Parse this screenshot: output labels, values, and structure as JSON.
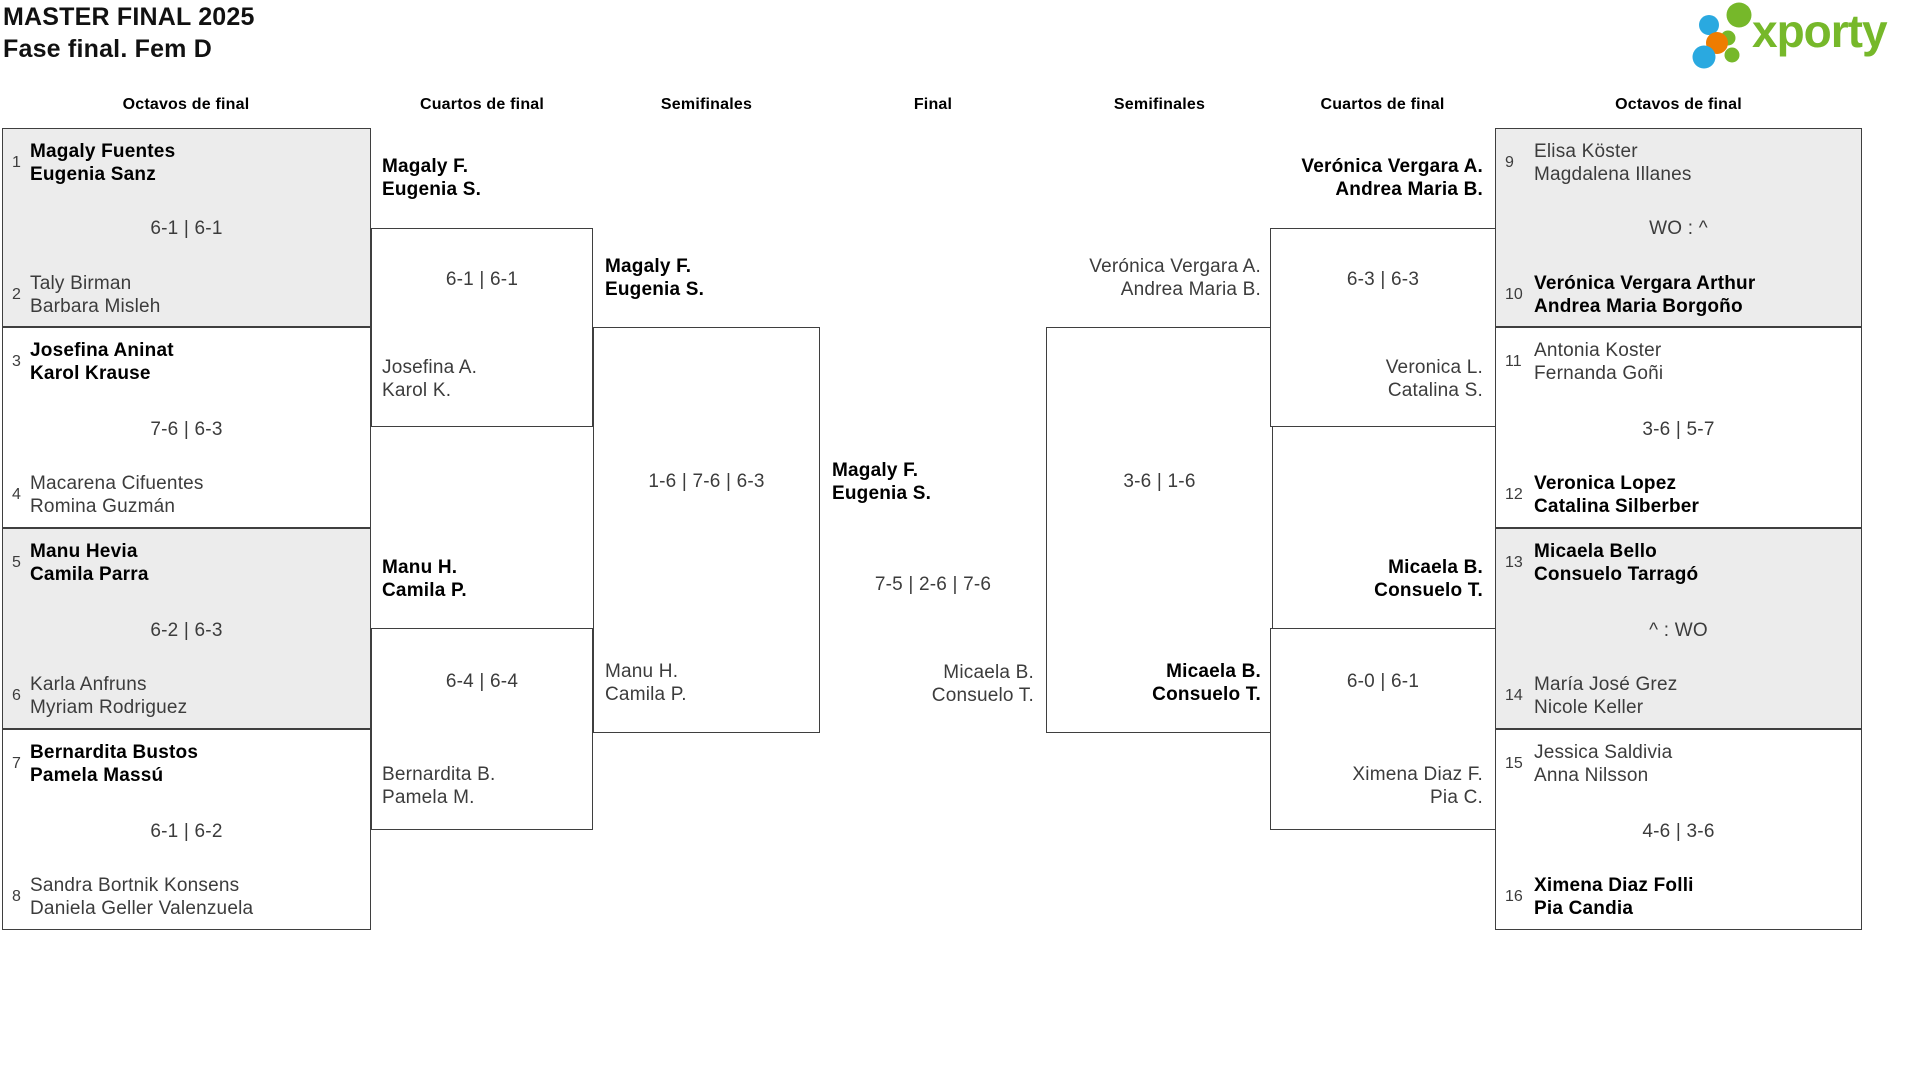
{
  "header": {
    "title_line1": "MASTER FINAL 2025",
    "title_line2": "Fase final. Fem D"
  },
  "logo": {
    "brand": "xporty",
    "green": "#76b82a",
    "blue": "#2aa9e0",
    "orange": "#ee7c00"
  },
  "rounds": {
    "octavos_left": "Octavos de final",
    "cuartos_left": "Cuartos de final",
    "semis_left": "Semifinales",
    "final": "Final",
    "semis_right": "Semifinales",
    "cuartos_right": "Cuartos de final",
    "octavos_right": "Octavos de final"
  },
  "octavos_left": [
    {
      "top_seed": "1",
      "top": [
        "Magaly Fuentes",
        "Eugenia Sanz"
      ],
      "score": "6-1 | 6-1",
      "bottom_seed": "2",
      "bottom": [
        "Taly Birman",
        "Barbara Misleh"
      ]
    },
    {
      "top_seed": "3",
      "top": [
        "Josefina Aninat",
        "Karol Krause"
      ],
      "score": "7-6 | 6-3",
      "bottom_seed": "4",
      "bottom": [
        "Macarena Cifuentes",
        "Romina Guzmán"
      ]
    },
    {
      "top_seed": "5",
      "top": [
        "Manu Hevia",
        "Camila Parra"
      ],
      "score": "6-2 | 6-3",
      "bottom_seed": "6",
      "bottom": [
        "Karla Anfruns",
        "Myriam Rodriguez"
      ]
    },
    {
      "top_seed": "7",
      "top": [
        "Bernardita Bustos",
        "Pamela Massú"
      ],
      "score": "6-1 | 6-2",
      "bottom_seed": "8",
      "bottom": [
        "Sandra Bortnik Konsens",
        "Daniela Geller Valenzuela"
      ]
    }
  ],
  "cuartos_left": [
    {
      "winner": [
        "Magaly F.",
        "Eugenia S."
      ],
      "score": "6-1 | 6-1",
      "loser": [
        "Josefina A.",
        "Karol K."
      ]
    },
    {
      "winner": [
        "Manu H.",
        "Camila P."
      ],
      "score": "6-4 | 6-4",
      "loser": [
        "Bernardita B.",
        "Pamela M."
      ]
    }
  ],
  "semis_left": {
    "winner": [
      "Magaly F.",
      "Eugenia S."
    ],
    "score": "1-6 | 7-6 | 6-3",
    "loser": [
      "Manu H.",
      "Camila P."
    ]
  },
  "final": {
    "winner": [
      "Magaly F.",
      "Eugenia S."
    ],
    "score": "7-5 | 2-6 | 7-6",
    "loser": [
      "Micaela B.",
      "Consuelo T."
    ]
  },
  "semis_right": {
    "top": [
      "Verónica Vergara A.",
      "Andrea Maria B."
    ],
    "score": "3-6 | 1-6",
    "bottom": [
      "Micaela B.",
      "Consuelo T."
    ]
  },
  "cuartos_right": [
    {
      "winner": [
        "Verónica Vergara A.",
        "Andrea Maria B."
      ],
      "score": "6-3 | 6-3",
      "loser": [
        "Veronica L.",
        "Catalina S."
      ]
    },
    {
      "winner": [
        "Micaela B.",
        "Consuelo T."
      ],
      "score": "6-0 | 6-1",
      "loser": [
        "Ximena Diaz F.",
        "Pia C."
      ]
    }
  ],
  "octavos_right": [
    {
      "top_seed": "9",
      "top": [
        "Elisa Köster",
        "Magdalena Illanes"
      ],
      "score": "WO : ^",
      "bottom_seed": "10",
      "bottom": [
        "Verónica Vergara Arthur",
        "Andrea Maria Borgoño"
      ]
    },
    {
      "top_seed": "11",
      "top": [
        "Antonia Koster",
        "Fernanda Goñi"
      ],
      "score": "3-6 | 5-7",
      "bottom_seed": "12",
      "bottom": [
        "Veronica Lopez",
        "Catalina Silberber"
      ]
    },
    {
      "top_seed": "13",
      "top": [
        "Micaela Bello",
        "Consuelo Tarragó"
      ],
      "score": "^ : WO",
      "bottom_seed": "14",
      "bottom": [
        "María José Grez",
        "Nicole Keller"
      ]
    },
    {
      "top_seed": "15",
      "top": [
        "Jessica Saldivia",
        "Anna Nilsson"
      ],
      "score": "4-6 | 3-6",
      "bottom_seed": "16",
      "bottom": [
        "Ximena Diaz Folli",
        "Pia Candia"
      ]
    }
  ]
}
